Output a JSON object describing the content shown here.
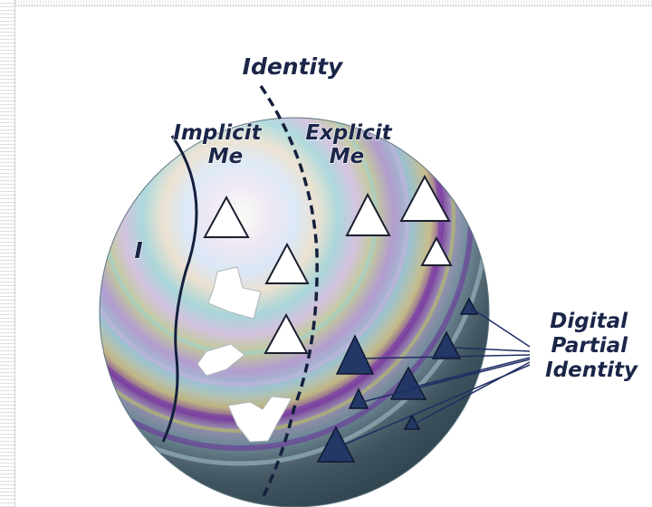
{
  "diagram": {
    "title": "Identity",
    "implicit_line1": "Implicit",
    "implicit_line2": "Me",
    "explicit_line1": "Explicit",
    "explicit_line2": "Me",
    "i_label": "I",
    "digital_line1": "Digital",
    "digital_line2": "Partial",
    "digital_line3": "Identity"
  },
  "colors": {
    "text": "#1b2548",
    "dark_triangle": "#233866",
    "connector": "#1f2d63"
  }
}
